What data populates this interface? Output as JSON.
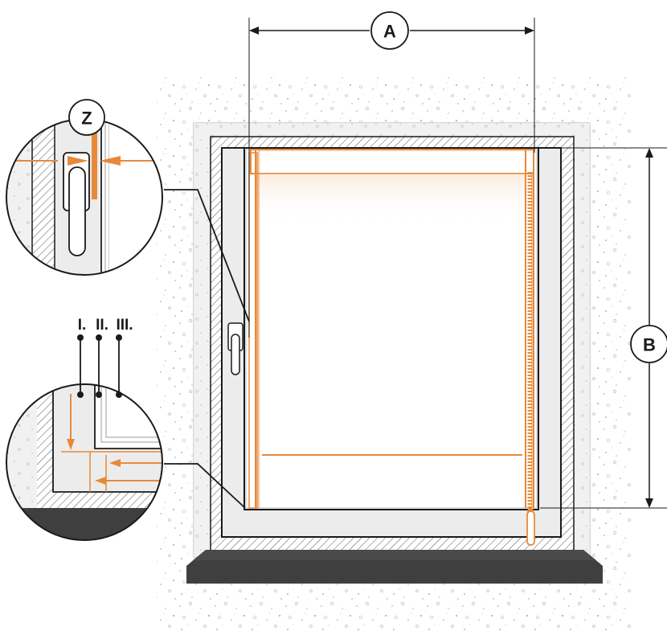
{
  "labels": {
    "width_marker": "A",
    "height_marker": "B",
    "detail_marker": "Z",
    "position_1": "I.",
    "position_2": "II.",
    "position_3": "III."
  },
  "colors": {
    "accent": "#e8893a",
    "line": "#1a1a1a",
    "wall_fill": "#f1f1f1",
    "frame_fill": "#ececec",
    "sill": "#3f3f3f",
    "speckle": "#b9b9b9"
  }
}
